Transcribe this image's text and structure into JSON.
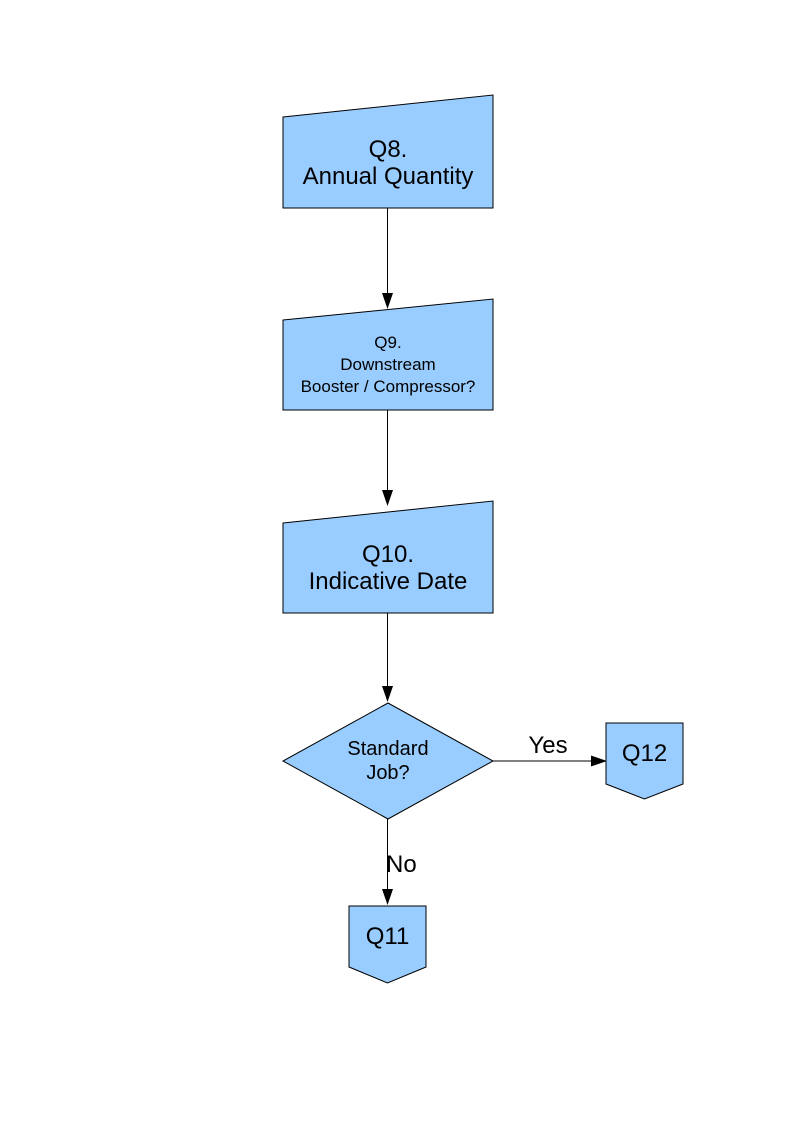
{
  "page": {
    "background": "#FFFFFF"
  },
  "colors": {
    "node_fill": "#99CCFF",
    "node_border": "#000000",
    "connector_line": "#000000",
    "text": "#000000"
  },
  "nodes": {
    "q8": {
      "type": "manual-input",
      "line1": "Q8.",
      "line2": "Annual Quantity"
    },
    "q9": {
      "type": "manual-input",
      "line1": "Q9.",
      "line2": "Downstream",
      "line3": "Booster / Compressor?"
    },
    "q10": {
      "type": "manual-input",
      "line1": "Q10.",
      "line2": "Indicative Date"
    },
    "decision": {
      "type": "decision",
      "line1": "Standard",
      "line2": "Job?"
    },
    "q12": {
      "type": "off-page-connector",
      "label": "Q12"
    },
    "q11": {
      "type": "off-page-connector",
      "label": "Q11"
    }
  },
  "edges": {
    "q8_to_q9": {
      "label": ""
    },
    "q9_to_q10": {
      "label": ""
    },
    "q10_to_decision": {
      "label": ""
    },
    "yes": {
      "label": "Yes"
    },
    "no": {
      "label": "No"
    }
  }
}
